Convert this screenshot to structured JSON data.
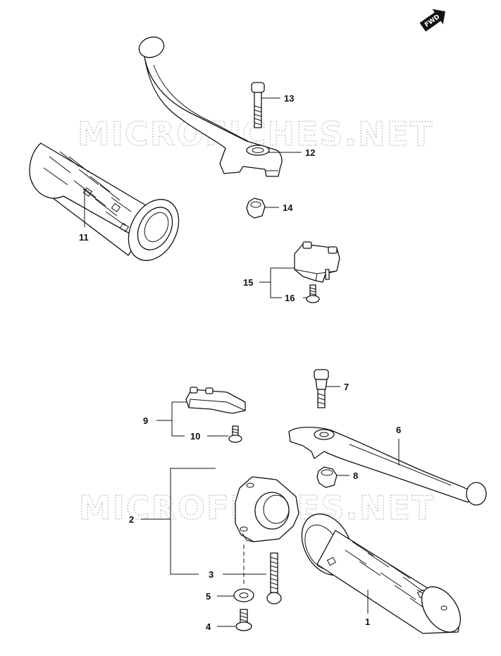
{
  "watermark": "MICROFICHES.NET",
  "fwd_label": "FWD",
  "callouts": {
    "p1": "1",
    "p2": "2",
    "p3": "3",
    "p4": "4",
    "p5": "5",
    "p6": "6",
    "p7": "7",
    "p8": "8",
    "p9": "9",
    "p10": "10",
    "p11": "11",
    "p12": "12",
    "p13": "13",
    "p14": "14",
    "p15": "15",
    "p16": "16"
  }
}
